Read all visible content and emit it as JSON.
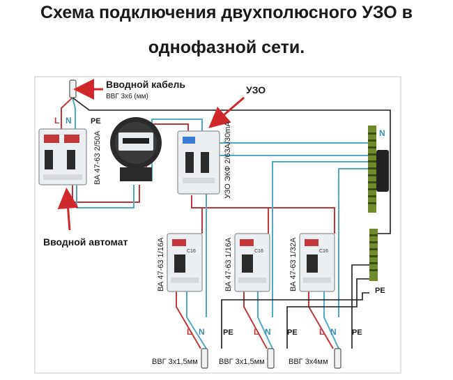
{
  "title": {
    "line1": "Схема подключения двухполюсного УЗО в",
    "line2": "однофазной сети."
  },
  "colors": {
    "phase_wire": "#c4363c",
    "neutral_wire": "#4fa9c3",
    "pe_wire": "#1a1a1a",
    "pointer_arrow": "#d0282c",
    "label_l": "#c4363c",
    "label_n": "#3b8fb5",
    "breaker_body": "#eceff1",
    "bus_bar": "#6e8a2a"
  },
  "callouts": {
    "input_cable": "Вводной кабель",
    "input_cable_spec": "ВВГ 3х6 (мм)",
    "rcd": "УЗО",
    "main_breaker": "Вводной автомат"
  },
  "devices": {
    "main_breaker_label": "ВА 47-63 2/50А",
    "rcd_label": "УЗО ЭКФ 2/63А/30mA",
    "breaker_1_label": "ВА 47-63 1/16А",
    "breaker_2_label": "ВА 47-63 1/16А",
    "breaker_3_label": "ВА 47-63 1/32А",
    "breaker_face_text": "C16"
  },
  "conductor_labels": {
    "l": "L",
    "n": "N",
    "pe": "PE"
  },
  "outputs": {
    "cable_1": "ВВГ 3х1,5мм",
    "cable_2": "ВВГ 3х1,5мм",
    "cable_3": "ВВГ 3х4мм"
  },
  "bus_labels": {
    "neutral_bus": "N",
    "pe_bus": "PE"
  }
}
